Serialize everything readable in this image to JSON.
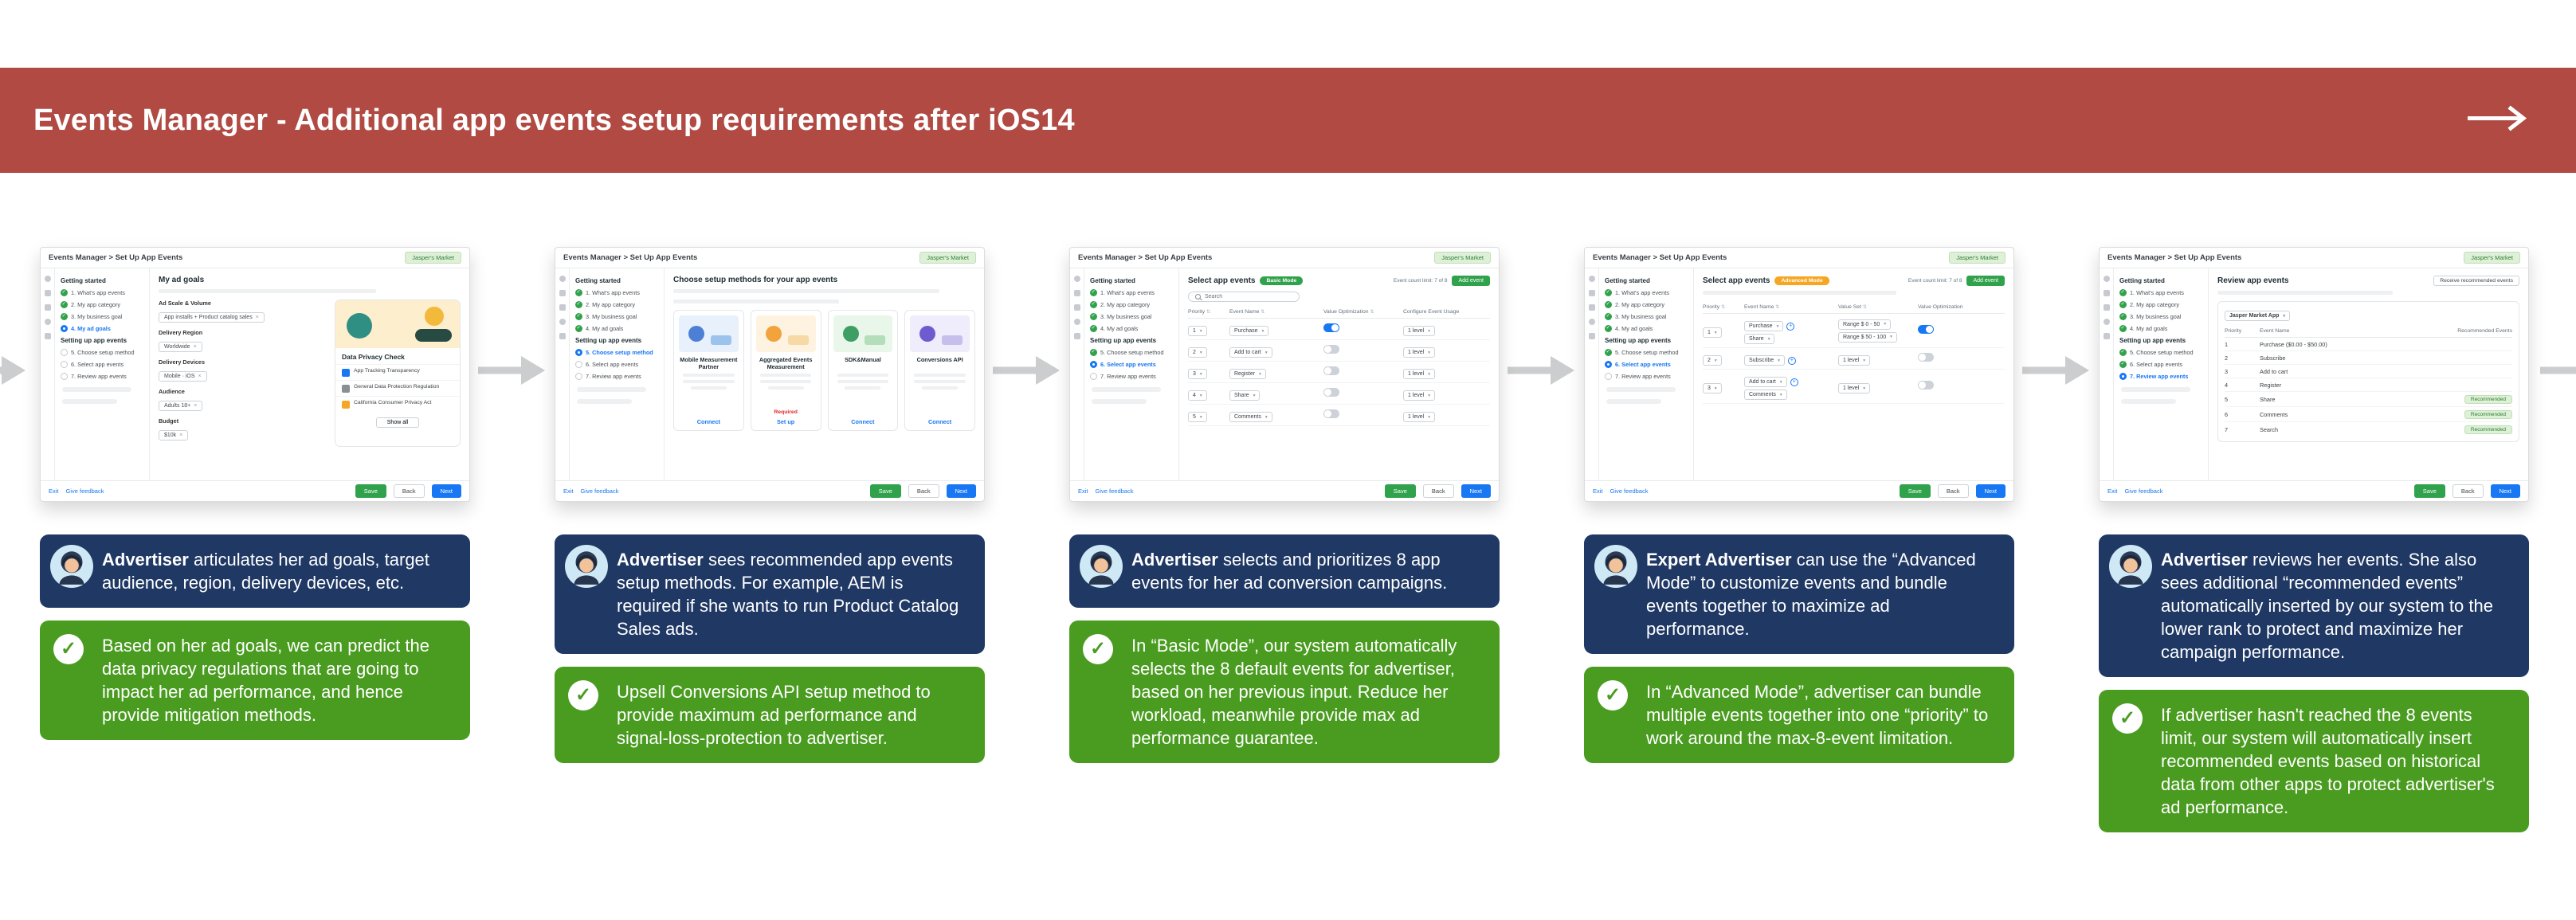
{
  "banner": {
    "title": "Events Manager  - Additional app events setup requirements after iOS14"
  },
  "shell": {
    "header_title": "Events Manager > Set Up App Events",
    "account_badge": "Jasper's Market",
    "sidebar": {
      "getting_started": "Getting started",
      "setting_up": "Setting up app events",
      "items": [
        "1. What's app events",
        "2. My app category",
        "3. My business goal",
        "4. My ad goals",
        "5. Choose setup method",
        "6. Select app events",
        "7. Review app events"
      ]
    },
    "footer": {
      "exit": "Exit",
      "feedback": "Give feedback",
      "save": "Save",
      "back": "Back",
      "next": "Next"
    }
  },
  "screens": {
    "goals": {
      "title": "My ad goals",
      "fields": [
        {
          "label": "Ad Scale & Volume",
          "value": "App installs + Product catalog sales"
        },
        {
          "label": "Delivery Region",
          "value": "Worldwide"
        },
        {
          "label": "Delivery Devices",
          "value": "Mobile · iOS"
        },
        {
          "label": "Audience",
          "value": "Adults 18+"
        },
        {
          "label": "Budget",
          "value": "$10k"
        }
      ],
      "privacy": {
        "title": "Data Privacy Check",
        "items": [
          "App Tracking Transparency",
          "General Data Protection Regulation",
          "California Consumer Privacy Act"
        ],
        "show_all": "Show all"
      }
    },
    "methods": {
      "title": "Choose setup methods for your app events",
      "cards": [
        {
          "title": "Mobile Measurement Partner",
          "cta": "Connect"
        },
        {
          "title": "Aggregated Events Measurement",
          "tag": "Required",
          "cta": "Set up"
        },
        {
          "title": "SDK&Manual",
          "cta": "Connect"
        },
        {
          "title": "Conversions API",
          "cta": "Connect"
        }
      ]
    },
    "basic": {
      "title": "Select app events",
      "badge": "Basic Mode",
      "limit": "Event count limit: 7 of 8",
      "add": "Add event",
      "search_placeholder": "Search",
      "columns": [
        "Priority",
        "Event Name",
        "Value Optimization",
        "Configure Event Usage"
      ],
      "rows": [
        {
          "p": "1",
          "event": "Purchase",
          "usage": "1 level"
        },
        {
          "p": "2",
          "event": "Add to cart",
          "usage": "1 level"
        },
        {
          "p": "3",
          "event": "Register",
          "usage": "1 level"
        },
        {
          "p": "4",
          "event": "Share",
          "usage": "1 level"
        },
        {
          "p": "5",
          "event": "Comments",
          "usage": "1 level"
        }
      ]
    },
    "advanced": {
      "title": "Select app events",
      "badge": "Advanced Mode",
      "limit": "Event count limit: 7 of 8",
      "add": "Add event",
      "columns": [
        "Priority",
        "Event Name",
        "Value Set",
        "Value Optimization"
      ],
      "rows": [
        {
          "p": "1",
          "e1": "Purchase",
          "e2": "Share",
          "v1": "Range $ 0 - 50",
          "v2": "Range $ 50 - 100"
        },
        {
          "p": "2",
          "e1": "Subscribe",
          "v1": "1 level"
        },
        {
          "p": "3",
          "e1": "Add to cart",
          "e2": "Comments",
          "v1": "1 level"
        }
      ]
    },
    "review": {
      "title": "Review app events",
      "toggle_label": "Receive recommended events",
      "app": "Jasper Market App",
      "columns": [
        "Priority",
        "Event Name",
        "Recommended Events"
      ],
      "rows": [
        {
          "p": "1",
          "event": "Purchase ($0.00 - $50.00)"
        },
        {
          "p": "2",
          "event": "Subscribe"
        },
        {
          "p": "3",
          "event": "Add to cart"
        },
        {
          "p": "4",
          "event": "Register"
        },
        {
          "p": "5",
          "event": "Share",
          "badge": "Recommended"
        },
        {
          "p": "6",
          "event": "Comments",
          "badge": "Recommended"
        },
        {
          "p": "7",
          "event": "Search",
          "badge": "Recommended"
        }
      ]
    }
  },
  "captions": [
    {
      "bold": "Advertiser",
      "text": " articulates her ad goals, target audience, region, delivery devices, etc.",
      "note": "Based on her ad goals, we can predict the data privacy regulations that are going to impact her ad performance, and hence provide mitigation methods."
    },
    {
      "bold": "Advertiser",
      "text": " sees recommended app events setup methods. For example, AEM is required if she wants to run Product Catalog Sales ads.",
      "note": "Upsell Conversions API setup method to provide maximum ad performance and signal-loss-protection to advertiser."
    },
    {
      "bold": "Advertiser",
      "text": " selects and prioritizes 8 app events for her ad conversion campaigns.",
      "note": "In “Basic Mode”, our system automatically selects the 8 default events for advertiser, based on her previous input. Reduce her workload, meanwhile provide max ad performance guarantee."
    },
    {
      "bold": "Expert Advertiser",
      "text": " can use the “Advanced Mode” to customize events and bundle events together to maximize ad performance.",
      "note": "In “Advanced Mode”, advertiser can bundle multiple events together into one “priority” to work around the max-8-event limitation."
    },
    {
      "bold": "Advertiser",
      "text": " reviews her events. She also sees additional “recommended events” automatically inserted by our system to the lower rank to protect and maximize her campaign performance.",
      "note": "If advertiser hasn't reached the 8 events limit, our system will automatically insert recommended events based on historical data from other apps to protect advertiser's ad performance."
    }
  ]
}
